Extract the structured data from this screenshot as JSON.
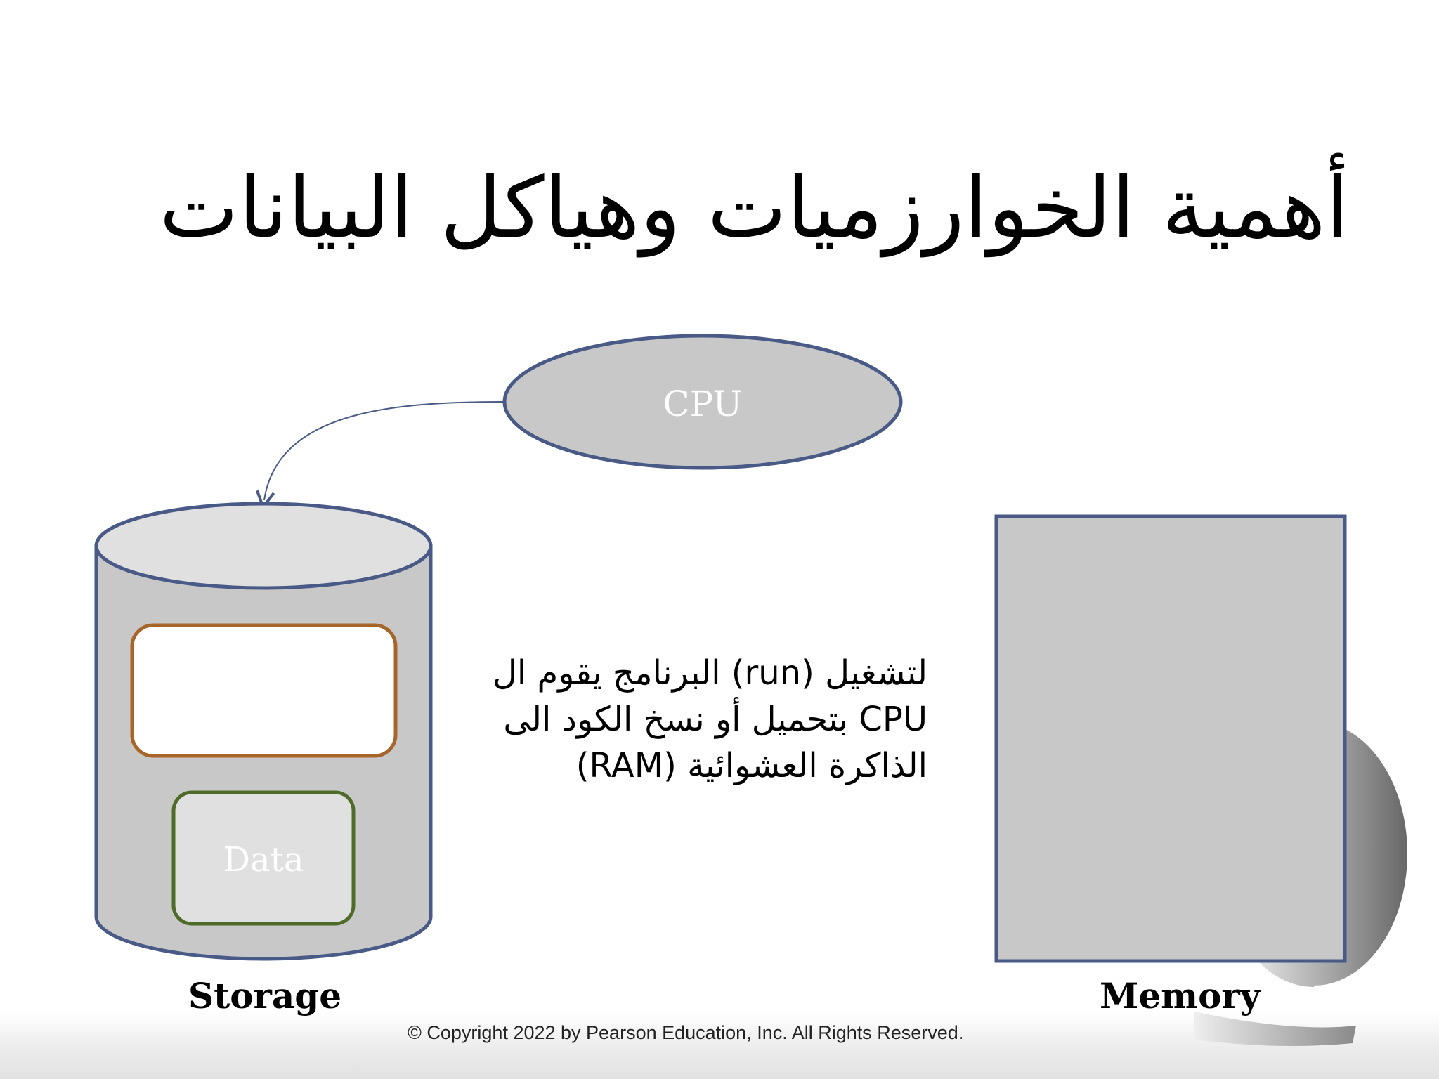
{
  "slide": {
    "title": "أهمية الخوارزميات وهياكل البيانات",
    "body_lines": [
      "لتشغيل (run) البرنامج يقوم ال",
      "CPU بتحميل أو نسخ الكود الى",
      "الذاكرة العشوائية (RAM)"
    ],
    "footer": "© Copyright 2022 by Pearson Education, Inc. All Rights Reserved."
  },
  "diagram": {
    "cpu_label": "CPU",
    "data_label": "Data",
    "storage_label": "Storage",
    "memory_label": "Memory",
    "colors": {
      "shape_fill": "#c8c8c8",
      "shape_light_fill": "#e0e0e0",
      "outline": "#4a5a87",
      "program_box_outline": "#a8652a",
      "data_box_outline": "#4e6b2a",
      "label_white": "#ffffff"
    }
  }
}
